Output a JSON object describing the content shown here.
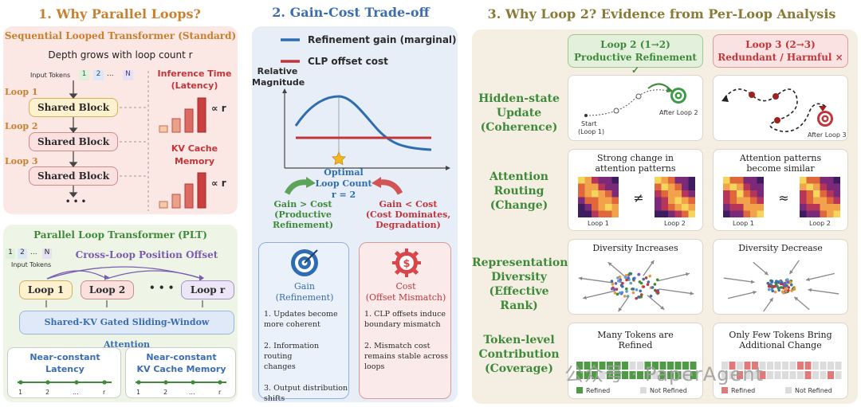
{
  "panel1": {
    "title": "1. Why Parallel Loops?",
    "seq_title": "Sequential Looped Transformer (Standard)",
    "seq_sub": "Depth grows with loop count r",
    "input_tokens": "Input Tokens",
    "tok1": "1",
    "tok2": "2",
    "tok_dots": "...",
    "tokN": "N",
    "loop1": "Loop 1",
    "loop2": "Loop 2",
    "loop3": "Loop 3",
    "shared_block": "Shared Block",
    "dots": "• • •",
    "inference_time": "Inference Time",
    "latency": "(Latency)",
    "propto1": "∝ r",
    "kv_cache": "KV Cache",
    "memory": "Memory",
    "propto2": "∝ r",
    "plt_title": "Parallel Loop Transformer (PLT)",
    "cross_loop": "Cross-Loop Position Offset",
    "input_tokens2": "Input Tokens",
    "ploop1": "Loop 1",
    "ploop2": "Loop 2",
    "pdots": "• • •",
    "ploopr": "Loop r",
    "shared_kv": "Shared-KV Gated Sliding-Window Attention",
    "near_const_lat_1": "Near-constant",
    "near_const_lat_2": "Latency",
    "near_const_kv_1": "Near-constant",
    "near_const_kv_2": "KV Cache Memory",
    "axis1": "1",
    "axis2": "2",
    "axisdots": "...",
    "axisr": "r"
  },
  "panel2": {
    "title": "2. Gain-Cost Trade-off",
    "legend_gain": "Refinement gain (marginal)",
    "legend_cost": "CLP offset cost",
    "ylabel_1": "Relative",
    "ylabel_2": "Magnitude",
    "optimal_1": "Optimal",
    "optimal_2": "Loop Count",
    "optimal_3": "r = 2",
    "gain_gt_1": "Gain > Cost",
    "gain_gt_2": "(Productive",
    "gain_gt_3": "Refinement)",
    "gain_lt_1": "Gain < Cost",
    "gain_lt_2": "(Cost Dominates,",
    "gain_lt_3": "Degradation)",
    "gain_card_title": "Gain",
    "gain_card_sub": "(Refinement)",
    "gain_items": [
      "1. Updates become",
      "more coherent",
      "2. Information routing",
      "changes",
      "3. Output distribution",
      "shifts"
    ],
    "cost_card_title": "Cost",
    "cost_card_sub": "(Offset Mismatch)",
    "cost_items": [
      "1. CLP offsets induce",
      "boundary mismatch",
      "2. Mismatch cost",
      "remains stable across",
      "loops"
    ],
    "colors": {
      "gain": "#2f6db1",
      "cost": "#c0363a"
    }
  },
  "panel3": {
    "title": "3. Why Loop 2?  Evidence from Per-Loop Analysis",
    "loop2_head_1": "Loop 2 (1→2)",
    "loop2_head_2": "Productive Refinement ✓",
    "loop3_head_1": "Loop 3 (2→3)",
    "loop3_head_2": "Redundant / Harmful ×",
    "row1": [
      "Hidden-state",
      "Update",
      "(Coherence)"
    ],
    "row2": [
      "Attention",
      "Routing",
      "(Change)"
    ],
    "row3": [
      "Representation",
      "Diversity",
      "(Effective Rank)"
    ],
    "row4": [
      "Token-level",
      "Contribution",
      "(Coverage)"
    ],
    "start_1": "Start",
    "start_2": "(Loop 1)",
    "after_loop2": "After Loop 2",
    "after_loop3": "After Loop 3",
    "strong_change_1": "Strong change in",
    "strong_change_2": "attention patterns",
    "similar_1": "Attention patterns",
    "similar_2": "become similar",
    "neq": "≠",
    "approx": "≈",
    "map_loop1": "Loop 1",
    "map_loop2": "Loop 2",
    "map_loop1b": "Loop 1",
    "map_loop2b": "Loop 2",
    "div_inc": "Diversity Increases",
    "div_dec": "Diversity Decrease",
    "many_tokens_1": "Many Tokens are",
    "many_tokens_2": "Refined",
    "few_tokens_1": "Only Few Tokens Bring",
    "few_tokens_2": "Additional Change",
    "refined": "Refined",
    "not_refined": "Not Refined",
    "refined_b": "Refined",
    "not_refined_b": "Not Refined"
  },
  "watermark": "公众号 · PaperAgent"
}
